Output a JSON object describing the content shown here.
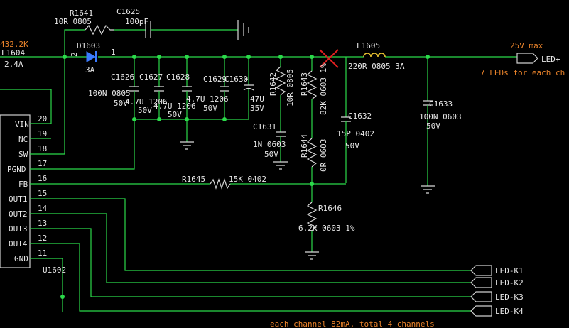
{
  "colors": {
    "background": "#000000",
    "wire": "#2bd94a",
    "text": "#e6e6e6",
    "part": "#d8d8d8",
    "net_label": "#e8822a",
    "dnp_mark": "#e02020"
  },
  "r1641": {
    "ref": "R1641",
    "value": "10R 0805"
  },
  "c1625": {
    "ref": "C1625",
    "value": "100pF"
  },
  "left_net": {
    "top": "432.2K",
    "ref": "L1604",
    "current": "2.4A"
  },
  "d1603": {
    "ref": "D1603",
    "pin2": "2",
    "pin1": "1",
    "current": "3A"
  },
  "caps_bank": {
    "c1626": "C1626",
    "c1627": "C1627",
    "c1628": "C1628",
    "c1629": "C1629",
    "c1630": "C1630",
    "c1626_value": "100N 0805",
    "c1626_v": "50V",
    "c1627_value": "4.7U 1206",
    "c1627_v": "50V",
    "c1628_value": "4.7U 1206",
    "c1628_v": "50V",
    "c1629_value": "4.7U 1206",
    "c1629_v": "50V",
    "c1630_value": "47U",
    "c1630_v": "35V"
  },
  "r1642": {
    "ref": "R1642",
    "value": "10R 0805"
  },
  "c1631": {
    "ref": "C1631",
    "value": "1N 0603",
    "voltage": "50V"
  },
  "r1643": {
    "ref": "R1643",
    "value": "82K 0603 1%"
  },
  "r1644": {
    "ref": "R1644",
    "value": "0R 0603"
  },
  "c1632": {
    "ref": "C1632",
    "value": "15P 0402",
    "voltage": "50V"
  },
  "r1645": {
    "ref": "R1645",
    "value": "15K 0402"
  },
  "r1646": {
    "ref": "R1646",
    "value": "6.2K 0603 1%"
  },
  "l1605": {
    "ref": "L1605",
    "value": "220R 0805 3A"
  },
  "c1633": {
    "ref": "C1633",
    "value": "100N 0603",
    "voltage": "50V"
  },
  "output": {
    "voltage_note": "25V max",
    "label": "LED+",
    "leds_note": "7 LEDs for each ch"
  },
  "ic": {
    "ref": "U1602",
    "pins": [
      {
        "num": "20",
        "name": "VIN"
      },
      {
        "num": "19",
        "name": "NC"
      },
      {
        "num": "18",
        "name": "SW"
      },
      {
        "num": "17",
        "name": "PGND"
      },
      {
        "num": "16",
        "name": "FB"
      },
      {
        "num": "15",
        "name": "OUT1"
      },
      {
        "num": "14",
        "name": "OUT2"
      },
      {
        "num": "13",
        "name": "OUT3"
      },
      {
        "num": "12",
        "name": "OUT4"
      },
      {
        "num": "11",
        "name": "GND"
      }
    ]
  },
  "led_nets": [
    "LED-K1",
    "LED-K2",
    "LED-K3",
    "LED-K4"
  ],
  "bottom_note": "each channel 82mA, total 4 channels"
}
